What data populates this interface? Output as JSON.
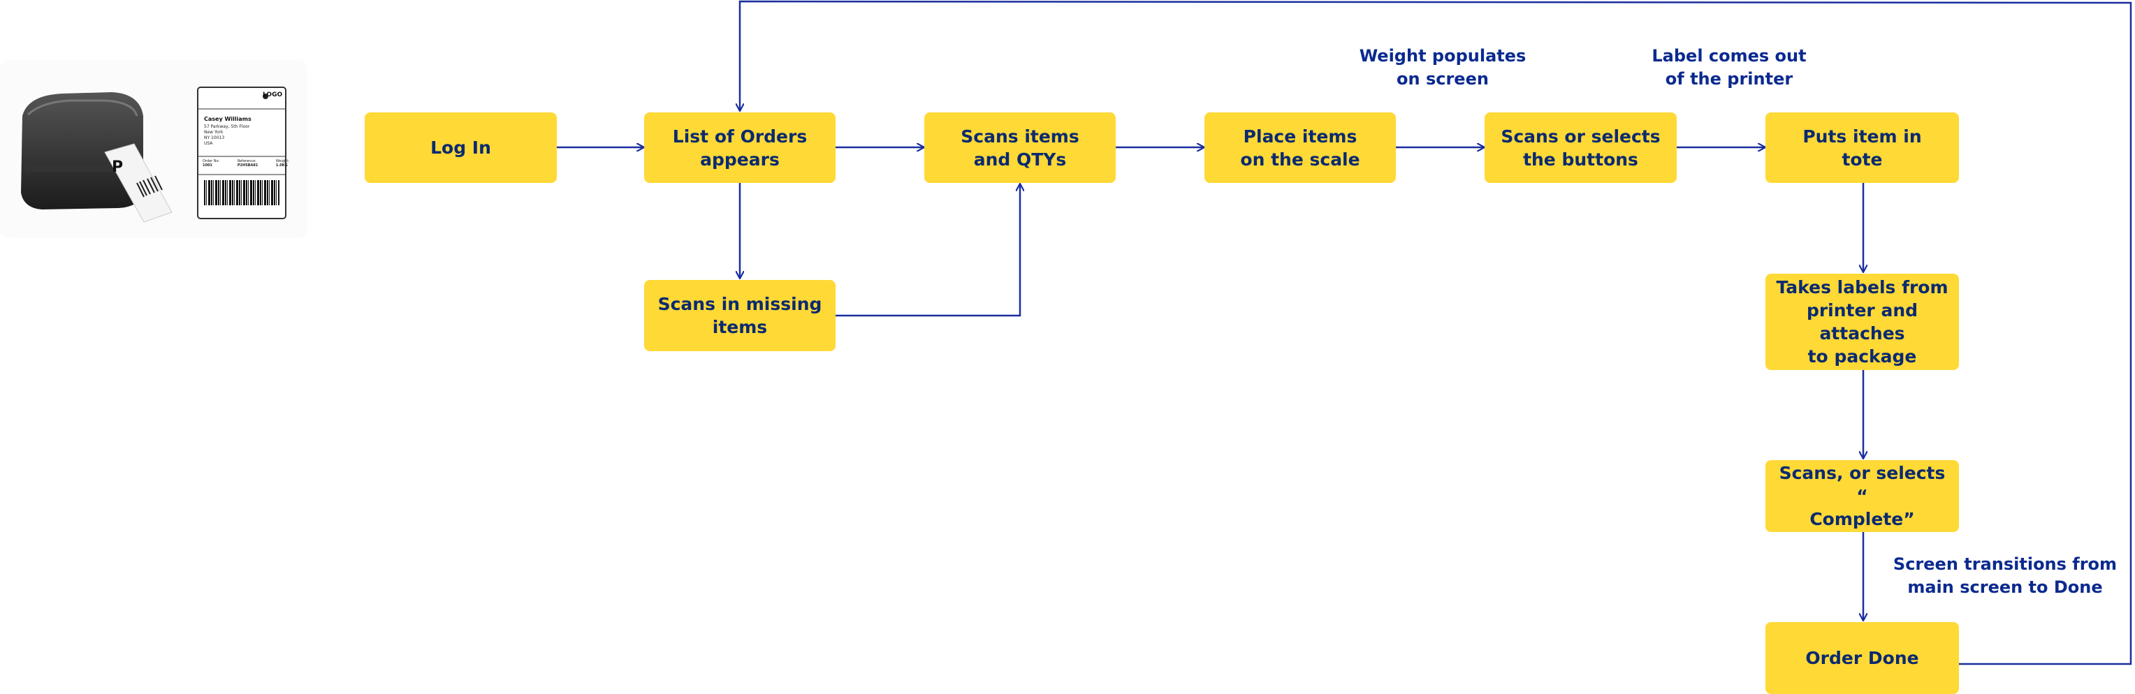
{
  "colors": {
    "node_fill": "#FFD936",
    "node_text": "#0B2A6F",
    "edge": "#1A2E9E",
    "note_text": "#0B2A8F"
  },
  "illustration": {
    "icons": [
      "label-printer-icon",
      "shipping-label-icon"
    ],
    "shipping_label": {
      "brand": "LOGO",
      "name": "Casey Williams",
      "address_lines": [
        "57 Parkway, 5th Floor",
        "New York",
        "NY 10013",
        "USA"
      ],
      "fields": [
        {
          "label": "Order No:",
          "value": "1001"
        },
        {
          "label": "Reference:",
          "value": "P2H5BA81"
        },
        {
          "label": "Weight:",
          "value": "1.0KG"
        }
      ]
    }
  },
  "nodes": {
    "login": "Log In",
    "list_orders": "List of Orders\nappears",
    "scan_items": "Scans items\nand QTYs",
    "place_items": "Place items\non the scale",
    "scan_buttons": "Scans or selects\nthe buttons",
    "puts_tote": "Puts item in\ntote",
    "scan_missing": "Scans in missing\nitems",
    "take_labels": "Takes labels from\nprinter and attaches\nto package",
    "scan_complete": "Scans, or selects “\nComplete”",
    "order_done": "Order Done"
  },
  "notes": {
    "weight": "Weight populates\non screen",
    "label_out": "Label comes out\nof the printer",
    "screen_transition": "Screen transitions from\nmain screen to Done"
  }
}
